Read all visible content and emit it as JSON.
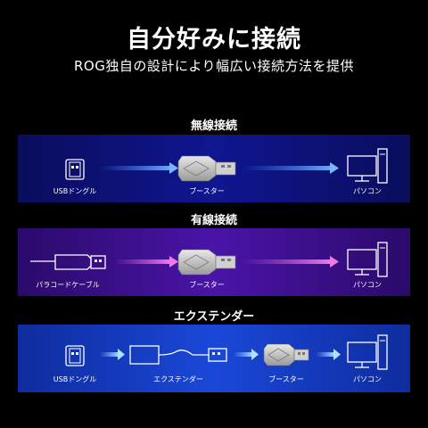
{
  "header": {
    "title": "自分好みに接続",
    "subtitle": "ROG独自の設計により幅広い接続方法を提供"
  },
  "sections": [
    {
      "title": "無線接続",
      "labels": [
        "USBドングル",
        "ブースター",
        "パソコン"
      ],
      "accent": "#4a86ff"
    },
    {
      "title": "有線接続",
      "labels": [
        "パラコードケーブル",
        "ブースター",
        "パソコン"
      ],
      "accent": "#e85ad8"
    },
    {
      "title": "エクステンダー",
      "labels": [
        "USBドングル",
        "エクステンダー",
        "ブースター",
        "パソコン"
      ],
      "accent": "#8fd0ff"
    }
  ],
  "colors": {
    "panel_wireless": "#0b0f6e",
    "panel_wired": "#3a0f8a",
    "panel_extender": "#1036b8"
  },
  "icons": [
    "usb-dongle-icon",
    "booster-icon",
    "pc-icon",
    "paracord-cable-icon",
    "extender-icon",
    "arrow-icon"
  ]
}
